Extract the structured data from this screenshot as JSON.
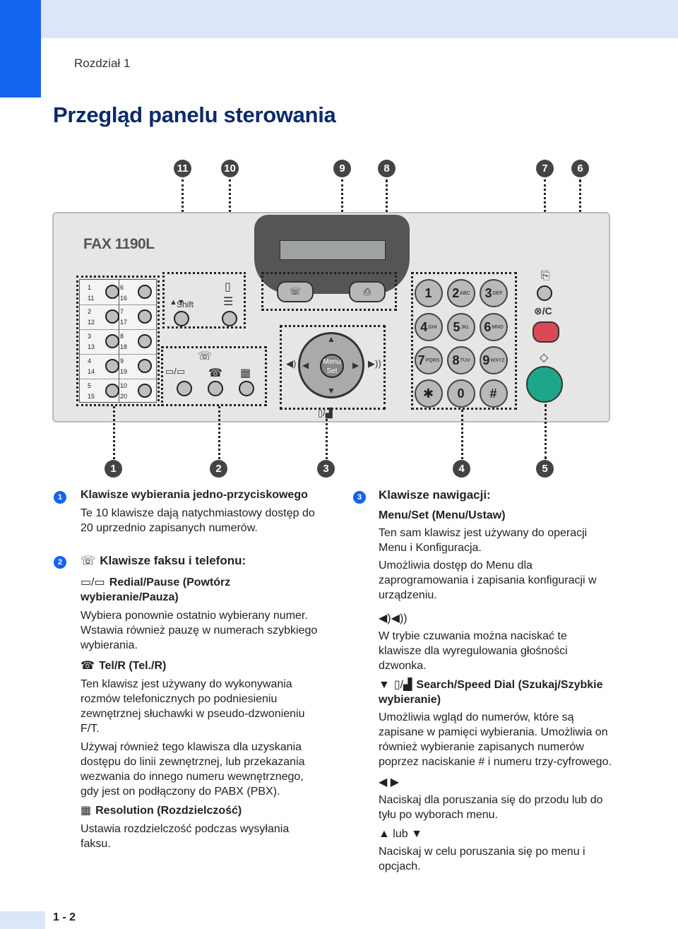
{
  "header": {
    "chapter": "Rozdział 1"
  },
  "page_title": "Przegląd panelu sterowania",
  "callouts_top": [
    "11",
    "10",
    "9",
    "8",
    "7",
    "6"
  ],
  "callouts_bottom": [
    "1",
    "2",
    "3",
    "4",
    "5"
  ],
  "panel": {
    "model": "FAX 1190L",
    "shift_label": "Shift",
    "one_touch_left": [
      "1",
      "11",
      "2",
      "12",
      "3",
      "13",
      "4",
      "14",
      "5",
      "15"
    ],
    "one_touch_right": [
      "6",
      "16",
      "7",
      "17",
      "8",
      "18",
      "9",
      "19",
      "10",
      "20"
    ],
    "keys": [
      {
        "d": "1",
        "s": ""
      },
      {
        "d": "2",
        "s": "ABC"
      },
      {
        "d": "3",
        "s": "DEF"
      },
      {
        "d": "4",
        "s": "GHI"
      },
      {
        "d": "5",
        "s": "JKL"
      },
      {
        "d": "6",
        "s": "MNO"
      },
      {
        "d": "7",
        "s": "PQRS"
      },
      {
        "d": "8",
        "s": "TUV"
      },
      {
        "d": "9",
        "s": "WXYZ"
      },
      {
        "d": "✱",
        "s": ""
      },
      {
        "d": "0",
        "s": ""
      },
      {
        "d": "#",
        "s": ""
      }
    ],
    "menu_label": "Menu",
    "set_label": "Set",
    "stop_label": "⊗/C"
  },
  "left_col": {
    "item1": {
      "badge": "1",
      "title": "Klawisze wybierania jedno-przyciskowego",
      "desc": "Te 10 klawisze dają natychmiastowy dostęp do 20 uprzednio zapisanych numerów."
    },
    "item2": {
      "badge": "2",
      "title": "Klawisze faksu i telefonu:",
      "redial_title": "Redial/Pause (Powtórz wybieranie/Pauza)",
      "redial_desc": "Wybiera ponownie ostatnio wybierany numer. Wstawia również pauzę w numerach szybkiego wybierania.",
      "tel_title": "Tel/R (Tel./R)",
      "tel_desc1": "Ten klawisz jest używany do wykonywania rozmów telefonicznych po podniesieniu zewnętrznej słuchawki w pseudo-dzwonieniu F/T.",
      "tel_desc2": "Używaj również tego klawisza dla uzyskania dostępu do linii zewnętrznej, lub przekazania wezwania do innego numeru wewnętrznego, gdy jest on podłączony do PABX (PBX).",
      "res_title": "Resolution (Rozdzielczość)",
      "res_desc": "Ustawia rozdzielczość podczas wysyłania faksu."
    }
  },
  "right_col": {
    "badge": "3",
    "title": "Klawisze nawigacji:",
    "menu_set_title": "Menu/Set (Menu/Ustaw)",
    "menu_set_desc1": "Ten sam klawisz jest używany do operacji Menu i Konfiguracja.",
    "menu_set_desc2": "Umożliwia dostęp do Menu dla zaprogramowania i zapisania konfiguracji w urządzeniu.",
    "volume_desc": "W trybie czuwania można naciskać te klawisze dla wyregulowania głośności dzwonka.",
    "search_title": "Search/Speed Dial (Szukaj/Szybkie wybieranie)",
    "search_desc": "Umożliwia wgląd do numerów, które są zapisane w pamięci wybierania. Umożliwia on również wybieranie zapisanych numerów poprzez naciskanie # i numeru trzy-cyfrowego.",
    "lr_desc": "Naciskaj dla poruszania się do przodu lub do tyłu po wyborach menu.",
    "updown_or": "lub",
    "updown_desc": "Naciskaj w celu poruszania się po menu i opcjach."
  },
  "footer": {
    "page": "1 - 2"
  }
}
